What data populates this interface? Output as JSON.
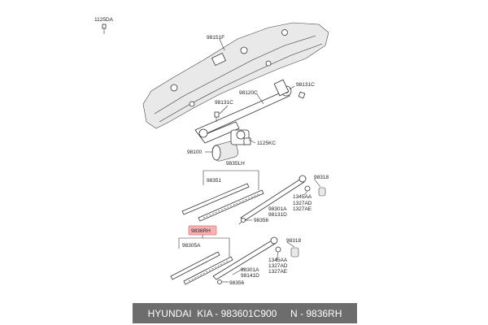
{
  "labels": {
    "p1125DA": "1125DA",
    "p98151F": "98151F",
    "p98131C_top": "98131C",
    "p98120C": "98120C",
    "p98131C_left": "98131C",
    "p1125KC": "1125KC",
    "p98100": "98100",
    "p9835LH": "9835LH",
    "p98351": "98351",
    "p98318_top": "98318",
    "p1345AA_top": "1345AA",
    "p98301A_top": "98301A",
    "p1327AD_top": "1327AD",
    "p98131D": "98131D",
    "p1327AE_top": "1327AE",
    "p98356_top": "98356",
    "p9836RH": "9836RH",
    "p98318_bot": "98318",
    "p98305A": "98305A",
    "p1345AA_bot": "1345AA",
    "p1327AD_bot": "1327AD",
    "p98301A_bot": "98301A",
    "p1327AE_bot": "1327AE",
    "p98141D": "98141D",
    "p98356_bot": "98356"
  },
  "colors": {
    "highlight_fill": "#f7b3b3",
    "highlight_stroke": "#e07070",
    "footer_bg": "#6d6d6d"
  },
  "footer": {
    "text": "HYUNDAI  KIA - 983601C900     N - 9836RH"
  }
}
